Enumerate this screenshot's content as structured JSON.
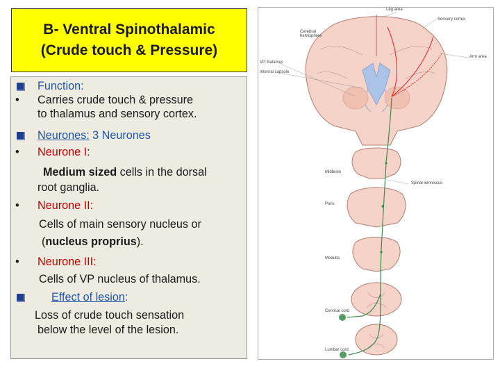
{
  "title": {
    "line1": "B- Ventral Spinothalamic",
    "line2": "(Crude touch & Pressure)"
  },
  "content": {
    "function_heading": "Function:",
    "function_text_1": "Carries crude touch & pressure",
    "function_text_2": "to thalamus and sensory cortex.",
    "neurones_heading": "Neurones:",
    "neurones_value": " 3 Neurones",
    "neurone1_label": "Neurone I",
    "neurone1_colon": ":",
    "neurone1_bold": "Medium sized",
    "neurone1_rest": " cells in the dorsal",
    "neurone1_line2": "root ganglia.",
    "neurone2_label": "Neurone II:",
    "neurone2_line1": "Cells of main sensory nucleus or",
    "neurone2_open": "(",
    "neurone2_bold": "nucleus proprius",
    "neurone2_close": ").",
    "neurone3_label": "Neurone III:",
    "neurone3_line1": "Cells of VP nucleus of thalamus.",
    "lesion_heading": "Effect of lesion",
    "lesion_colon": ":",
    "lesion_line1": "Loss of crude touch sensation",
    "lesion_line2": "below the level of the lesion."
  },
  "bullets": {
    "square": "q",
    "dot": "•"
  },
  "diagram_labels": {
    "leg_area": "Leg area",
    "sensory_cortex": "Sensory cortex",
    "cerebral_hemisphere": "Cerebral\nhemisphere",
    "arm_area": "Arm area",
    "vp_thalamus": "VP thalamus",
    "internal_capsule": "Internal capsule",
    "midbrain": "Midbrain",
    "spinal_lemniscus": "Spinal lemniscus",
    "pons": "Pons",
    "medulla": "Medulla",
    "cervical_cord": "Cervical cord",
    "lumbar_cord": "Lumbar cord"
  },
  "colors": {
    "title_bg": "#ffff00",
    "panel_bg": "#eeece1",
    "heading_blue": "#1f55a5",
    "neurone_red": "#c00000",
    "tissue_pink": "#f6d3c9",
    "ventricle_blue": "#aac3e6",
    "pathway_green": "#3a8a4a",
    "pathway_red": "#e02020"
  }
}
